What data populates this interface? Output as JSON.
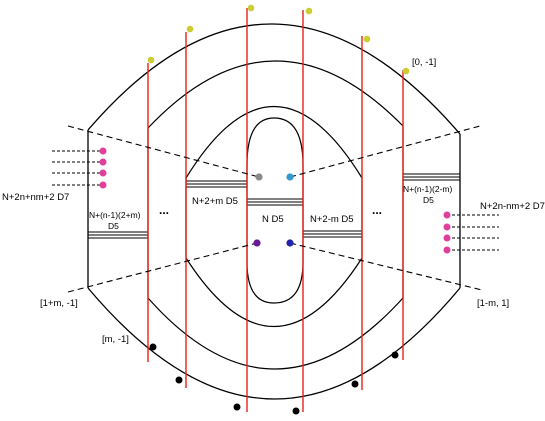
{
  "labels": {
    "charge_top": "[0, -1]",
    "charge_left": "[1+m, -1]",
    "charge_right": "[1-m, 1]",
    "charge_bottom": "[m, -1]",
    "d7_left": "N+2n+nm+2 D7",
    "d7_right": "N+2n-nm+2 D7",
    "d5_outer_left_line1": "N+(n-1)(2+m)",
    "d5_outer_left_line2": "D5",
    "d5_inner_left": "N+2+m D5",
    "d5_center": "N D5",
    "d5_inner_right": "N+2-m D5",
    "d5_outer_right_line1": "N+(n-1)(2-m)",
    "d5_outer_right_line2": "D5",
    "ellipsis_left": "...",
    "ellipsis_right": "..."
  },
  "colors": {
    "line": "#000000",
    "brane": "#e8221b",
    "yellow": "#cccc33",
    "magenta": "#e0409b",
    "grey": "#8a8a8a",
    "cyan": "#3399cc",
    "purple": "#661a99",
    "blue": "#2222aa",
    "black": "#000000"
  }
}
